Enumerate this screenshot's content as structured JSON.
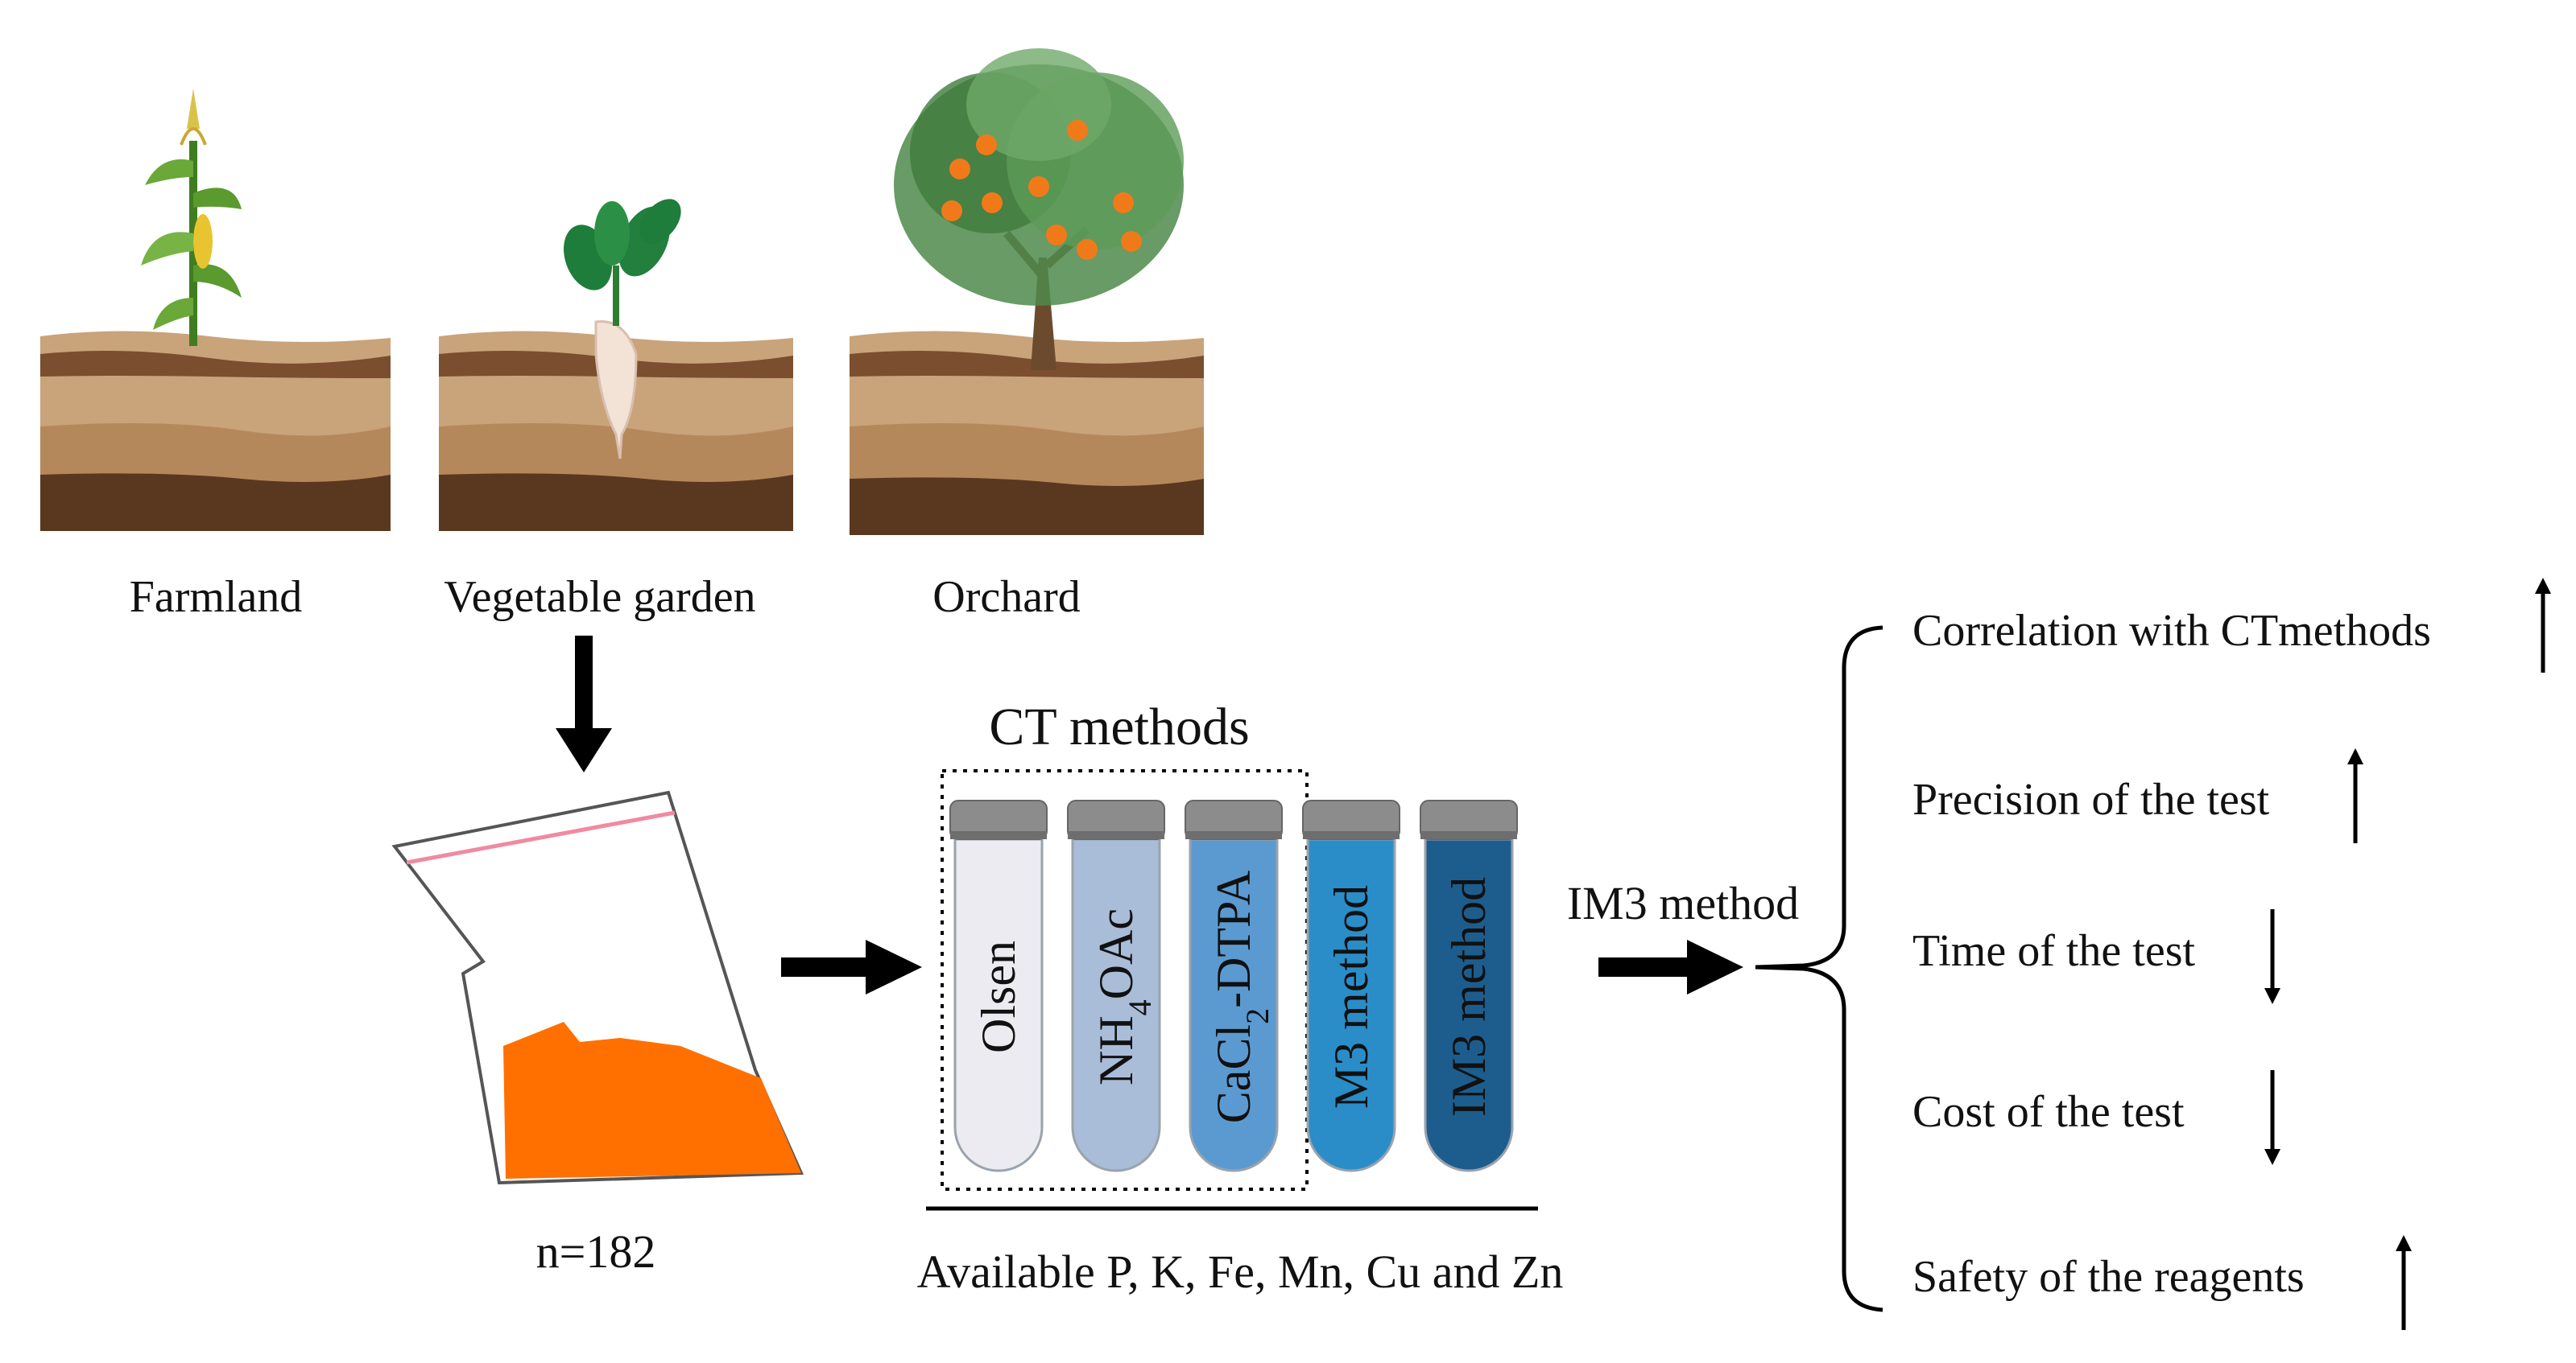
{
  "colors": {
    "soil_top": "#c9a37a",
    "soil_mid": "#b5885c",
    "soil_dark": "#7a4e2e",
    "soil_deep": "#5a3820",
    "sample": "#ff7000",
    "bag_seal": "#f08aa0",
    "tube_olsen": "#ecebf2",
    "tube_nh4oac": "#a9bcd8",
    "tube_cacl2": "#5b9ad0",
    "tube_m3": "#2a8dc8",
    "tube_im3": "#1d5d8e",
    "cap": "#8c8c8c",
    "arrow": "#000000"
  },
  "sites": [
    {
      "label": "Farmland",
      "icon": "corn-plant-icon"
    },
    {
      "label": "Vegetable garden",
      "icon": "radish-icon"
    },
    {
      "label": "Orchard",
      "icon": "orange-tree-icon"
    }
  ],
  "sample": {
    "count_label": "n=182",
    "icon": "sample-bag-icon"
  },
  "ct_methods": {
    "title": "CT methods"
  },
  "tubes": [
    {
      "base": "Olsen",
      "sub": "",
      "tail": ""
    },
    {
      "base": "NH",
      "sub": "4",
      "tail": "OAc"
    },
    {
      "base": "CaCl",
      "sub": "2",
      "tail": "-DTPA"
    },
    {
      "base": "M3 method",
      "sub": "",
      "tail": ""
    },
    {
      "base": "IM3 method",
      "sub": "",
      "tail": ""
    }
  ],
  "analytes_label": "Available P, K, Fe, Mn, Cu and Zn",
  "im3_label": "IM3 method",
  "outcomes": [
    {
      "label": "Correlation with CTmethods",
      "direction": "up",
      "icon": "up-arrow-icon"
    },
    {
      "label": "Precision of the test",
      "direction": "up",
      "icon": "up-arrow-icon"
    },
    {
      "label": "Time of the test",
      "direction": "down",
      "icon": "down-arrow-icon"
    },
    {
      "label": "Cost of the test",
      "direction": "down",
      "icon": "down-arrow-icon"
    },
    {
      "label": "Safety of the reagents",
      "direction": "up",
      "icon": "up-arrow-icon"
    }
  ]
}
